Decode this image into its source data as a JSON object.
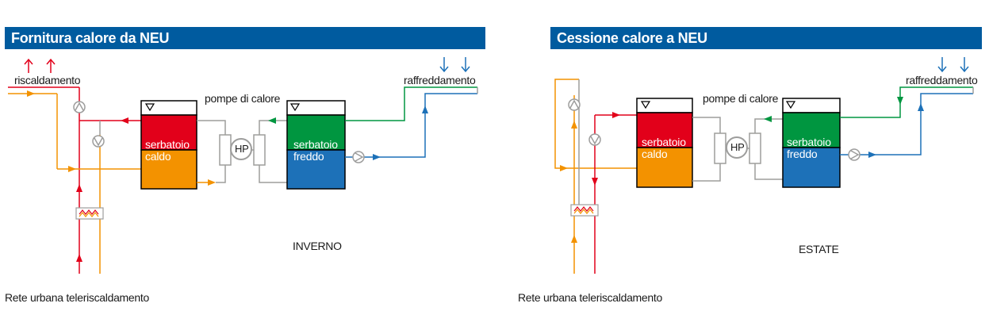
{
  "panels": [
    {
      "title": "Fornitura calore da NEU",
      "heating_label": "riscaldamento",
      "cooling_label": "raffreddamento",
      "heat_pump_label": "pompe di calore",
      "hp_label": "HP",
      "hot_tank": {
        "line1": "serbatoio",
        "line2": "caldo"
      },
      "cold_tank": {
        "line1": "serbatoio",
        "line2": "freddo"
      },
      "season": "INVERNO",
      "network_label": "Rete urbana teleriscaldamento"
    },
    {
      "title": "Cessione calore a NEU",
      "cooling_label": "raffreddamento",
      "heat_pump_label": "pompe di calore",
      "hp_label": "HP",
      "hot_tank": {
        "line1": "serbatoio",
        "line2": "caldo"
      },
      "cold_tank": {
        "line1": "serbatoio",
        "line2": "freddo"
      },
      "season": "ESTATE",
      "network_label": "Rete urbana teleriscaldamento"
    }
  ],
  "colors": {
    "header_bg": "#005b9f",
    "red": "#e2001a",
    "orange": "#f39200",
    "green": "#009640",
    "blue": "#1d71b8",
    "gray": "#9d9d9c"
  }
}
